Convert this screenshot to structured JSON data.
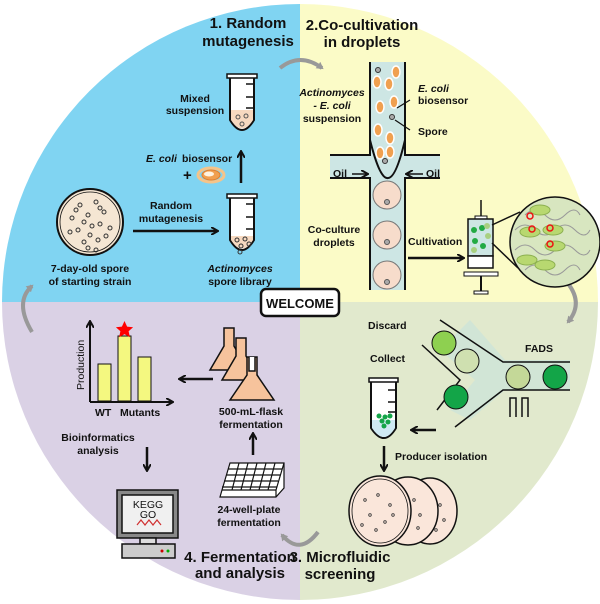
{
  "colors": {
    "q1": "#80d4f2",
    "q2": "#fbfbc7",
    "q3": "#e1e9cd",
    "q4": "#dad1e5",
    "accent_star": "#ff0000"
  },
  "welcome_button": "WELCOME",
  "stage1": {
    "title_line1": "1. Random",
    "title_line2": "mutagenesis",
    "mixed_line1": "Mixed",
    "mixed_line2": "suspension",
    "ecoli": "E. coli",
    "biosensor": "biosensor",
    "plus": "+",
    "random_line1": "Random",
    "random_line2": "mutagenesis",
    "spore_line1": "7-day-old spore",
    "spore_line2": "of starting strain",
    "library_line1": "Actinomyces",
    "library_line2": "spore library"
  },
  "stage2": {
    "title_line1": "2.Co-cultivation",
    "title_line2": "in droplets",
    "susp_line1": "Actinomyces",
    "susp_line2": "- E. coli",
    "susp_line3": "suspension",
    "ecoli_line1": "E. coli",
    "ecoli_line2": "biosensor",
    "spore": "Spore",
    "oil_left": "Oil",
    "oil_right": "Oil",
    "droplets_line1": "Co-culture",
    "droplets_line2": "droplets",
    "cultivation": "Cultivation"
  },
  "stage3": {
    "title_line1": "3. Microfluidic",
    "title_line2": "screening",
    "discard": "Discard",
    "collect": "Collect",
    "fads": "FADS",
    "producer": "Producer isolation"
  },
  "stage4": {
    "title_line1": "4. Fermentation",
    "title_line2": "and analysis",
    "ylabel": "Production",
    "wt": "WT",
    "mutants": "Mutants",
    "flask_line1": "500-mL-flask",
    "flask_line2": "fermentation",
    "plate_line1": "24-well-plate",
    "plate_line2": "fermentation",
    "bio_line1": "Bioinformatics",
    "bio_line2": "analysis",
    "kegg": "KEGG",
    "go": "GO"
  }
}
